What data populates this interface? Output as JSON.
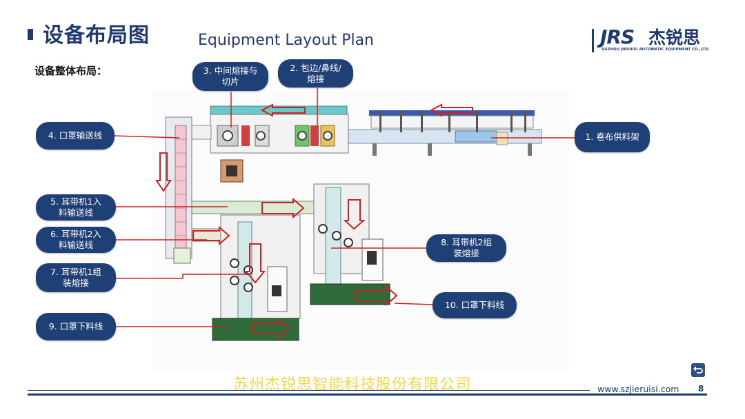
{
  "header": {
    "title_cn": "设备布局图",
    "title_en": "Equipment Layout Plan"
  },
  "logo": {
    "brand_letters": "JRS",
    "brand_cn": "杰锐思",
    "brand_en": "SUZHOU JIERUISI AUTOMATIC EQUIPMENT CO.,LTD",
    "accent_color": "#1e9a4a",
    "primary_color": "#1f3a6e"
  },
  "subtitle": "设备整体布局：",
  "labels": [
    {
      "id": "label-1",
      "text": "1. 卷布供料架"
    },
    {
      "id": "label-2",
      "line1": "2. 包边/鼻线/",
      "line2": "熔接"
    },
    {
      "id": "label-3",
      "line1": "3. 中间熔接与",
      "line2": "切片"
    },
    {
      "id": "label-4",
      "text": "4. 口罩输送线"
    },
    {
      "id": "label-5",
      "line1": "5. 耳带机1入",
      "line2": "料输送线"
    },
    {
      "id": "label-6",
      "line1": "6. 耳带机2入",
      "line2": "料输送线"
    },
    {
      "id": "label-7",
      "line1": "7. 耳带机1组",
      "line2": "装熔接"
    },
    {
      "id": "label-8",
      "line1": "8. 耳带机2组",
      "line2": "装熔接"
    },
    {
      "id": "label-9",
      "text": "9. 口罩下料线"
    },
    {
      "id": "label-10",
      "text": "10. 口罩下料线"
    }
  ],
  "footer": {
    "company": "苏州杰锐思智能科技股份有限公司",
    "website": "www.szjieruisi.com",
    "page": "8"
  },
  "icons": {
    "back": "return-arrow-icon"
  }
}
